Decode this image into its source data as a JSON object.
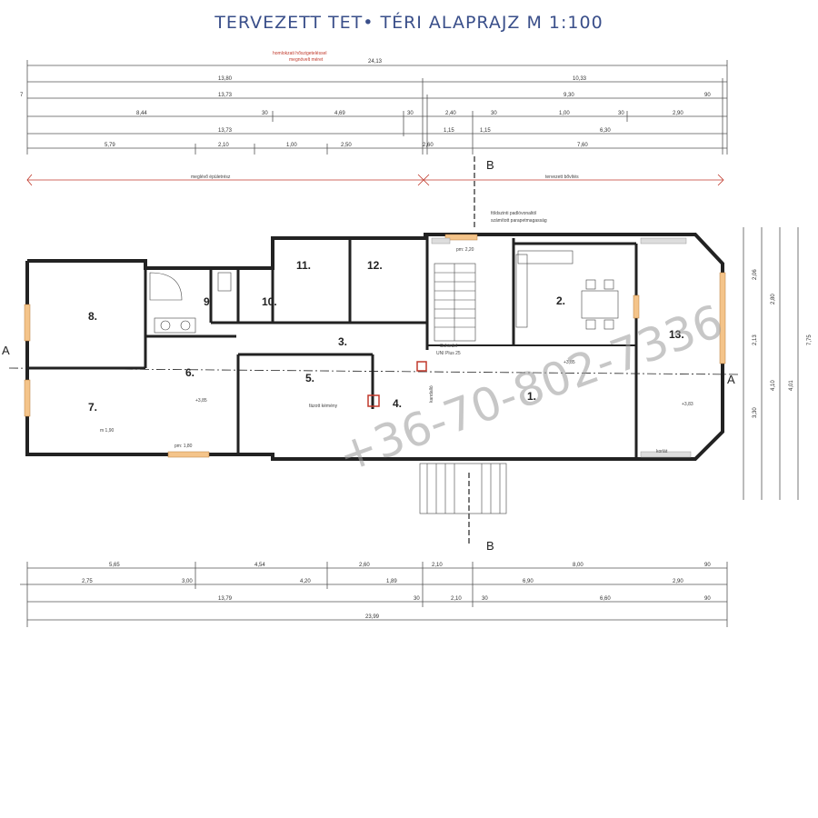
{
  "title": "TERVEZETT TET• TÉRI ALAPRAJZ  M 1:100",
  "top_notes": {
    "note1": "homlokzati hőszigeteléssel",
    "note2": "megnövelt méret",
    "total": "24,13"
  },
  "top_dims": {
    "row1": [
      "13,80",
      "10,33"
    ],
    "row2": [
      "7",
      "13,73",
      "9,30",
      "90"
    ],
    "row3": [
      "8,44",
      "30",
      "4,69",
      "30",
      "2,40",
      "30",
      "1,00",
      "30",
      "2,90"
    ],
    "row4": [
      "13,73",
      "1,15",
      "1,15",
      "6,30"
    ],
    "row5": [
      "5,79",
      "2,10",
      "1,00",
      "2,50",
      "2,60",
      "7,60"
    ]
  },
  "zones": {
    "existing": "meglévő épületrész",
    "planned": "tervezett bővítés"
  },
  "section_labels": {
    "b_top": "B",
    "b_bottom": "B",
    "a_left": "A",
    "a_right": "A"
  },
  "rooms": [
    {
      "num": "1."
    },
    {
      "num": "2."
    },
    {
      "num": "3."
    },
    {
      "num": "4."
    },
    {
      "num": "5."
    },
    {
      "num": "6."
    },
    {
      "num": "7."
    },
    {
      "num": "8."
    },
    {
      "num": "9."
    },
    {
      "num": "10."
    },
    {
      "num": "11."
    },
    {
      "num": "12."
    },
    {
      "num": "13."
    }
  ],
  "annotations": {
    "n1": "földszinti padlóvonaltól",
    "n2": "számított parapetmagasság",
    "pm220": "pm: 2,20",
    "pm180": "pm: 1,80",
    "level385a": "+3,85",
    "level385b": "+3,85",
    "level383": "+3,83",
    "m190": "m 1,90",
    "schiedel": "Schiedel",
    "uni": "UNI Plus 25",
    "fixing": "fázott kémény",
    "korlat": "korlát",
    "kandallo": "kandalló"
  },
  "bottom_dims": {
    "row1": [
      "5,65",
      "4,54",
      "2,60",
      "2,10",
      "8,00",
      "90"
    ],
    "row2": [
      "2,75",
      "3,00",
      "4,20",
      "1,89",
      "6,90",
      "2,90"
    ],
    "row3": [
      "13,79",
      "30",
      "2,10",
      "30",
      "6,60",
      "90"
    ],
    "row4": [
      "23,99"
    ]
  },
  "right_dims": [
    "2,06",
    "2,80",
    "2,13",
    "4,10",
    "4,01",
    "3,30",
    "7,75"
  ],
  "watermark": "+36-70-802-7336"
}
